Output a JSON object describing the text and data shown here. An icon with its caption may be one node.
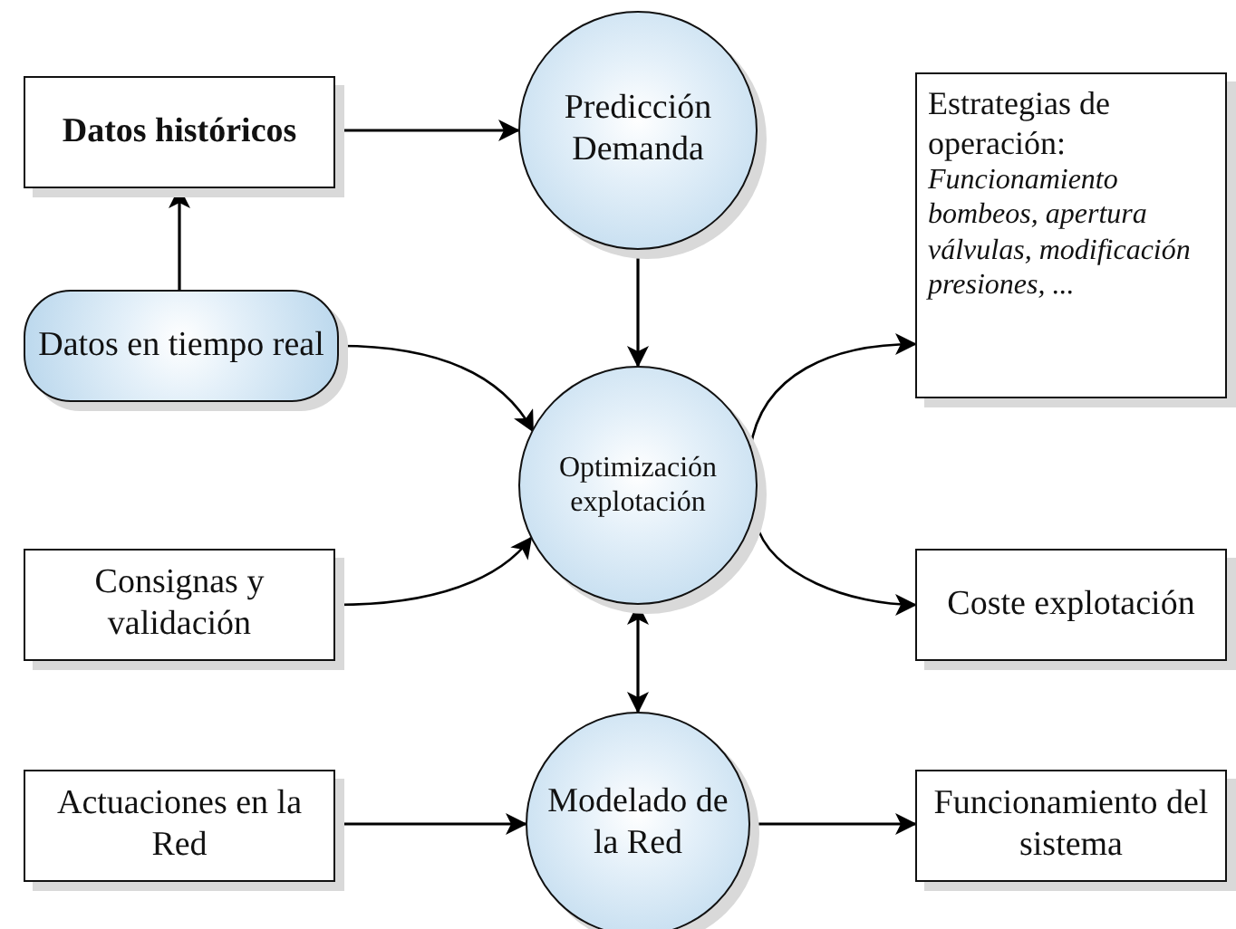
{
  "diagram": {
    "nodes": [
      {
        "text": [
          "Datos históricos"
        ]
      },
      {
        "text": [
          "Predicción Demanda"
        ]
      },
      {
        "text": [
          "Estrategias de operación:",
          "Funcionamiento bombeos, apertura válvulas, modificación presiones, ..."
        ]
      },
      {
        "text": [
          "Datos en tiempo real"
        ]
      },
      {
        "text": [
          "Optimización explotación"
        ]
      },
      {
        "text": [
          "Consignas y validación"
        ]
      },
      {
        "text": [
          "Coste explotación"
        ]
      },
      {
        "text": [
          "Actuaciones en la Red"
        ]
      },
      {
        "text": [
          "Modelado de la Red"
        ]
      },
      {
        "text": [
          "Funcionamiento del sistema"
        ]
      }
    ],
    "edges": [
      {
        "from": 0,
        "to": 1,
        "arrow": "to"
      },
      {
        "from": 3,
        "to": 0,
        "arrow": "to"
      },
      {
        "from": 1,
        "to": 4,
        "arrow": "to"
      },
      {
        "from": 3,
        "to": 4,
        "arrow": "to"
      },
      {
        "from": 5,
        "to": 4,
        "arrow": "to"
      },
      {
        "from": 4,
        "to": 2,
        "arrow": "to"
      },
      {
        "from": 4,
        "to": 6,
        "arrow": "to"
      },
      {
        "from": 4,
        "to": 8,
        "arrow": "both"
      },
      {
        "from": 7,
        "to": 8,
        "arrow": "to"
      },
      {
        "from": 8,
        "to": 9,
        "arrow": "to"
      }
    ]
  }
}
